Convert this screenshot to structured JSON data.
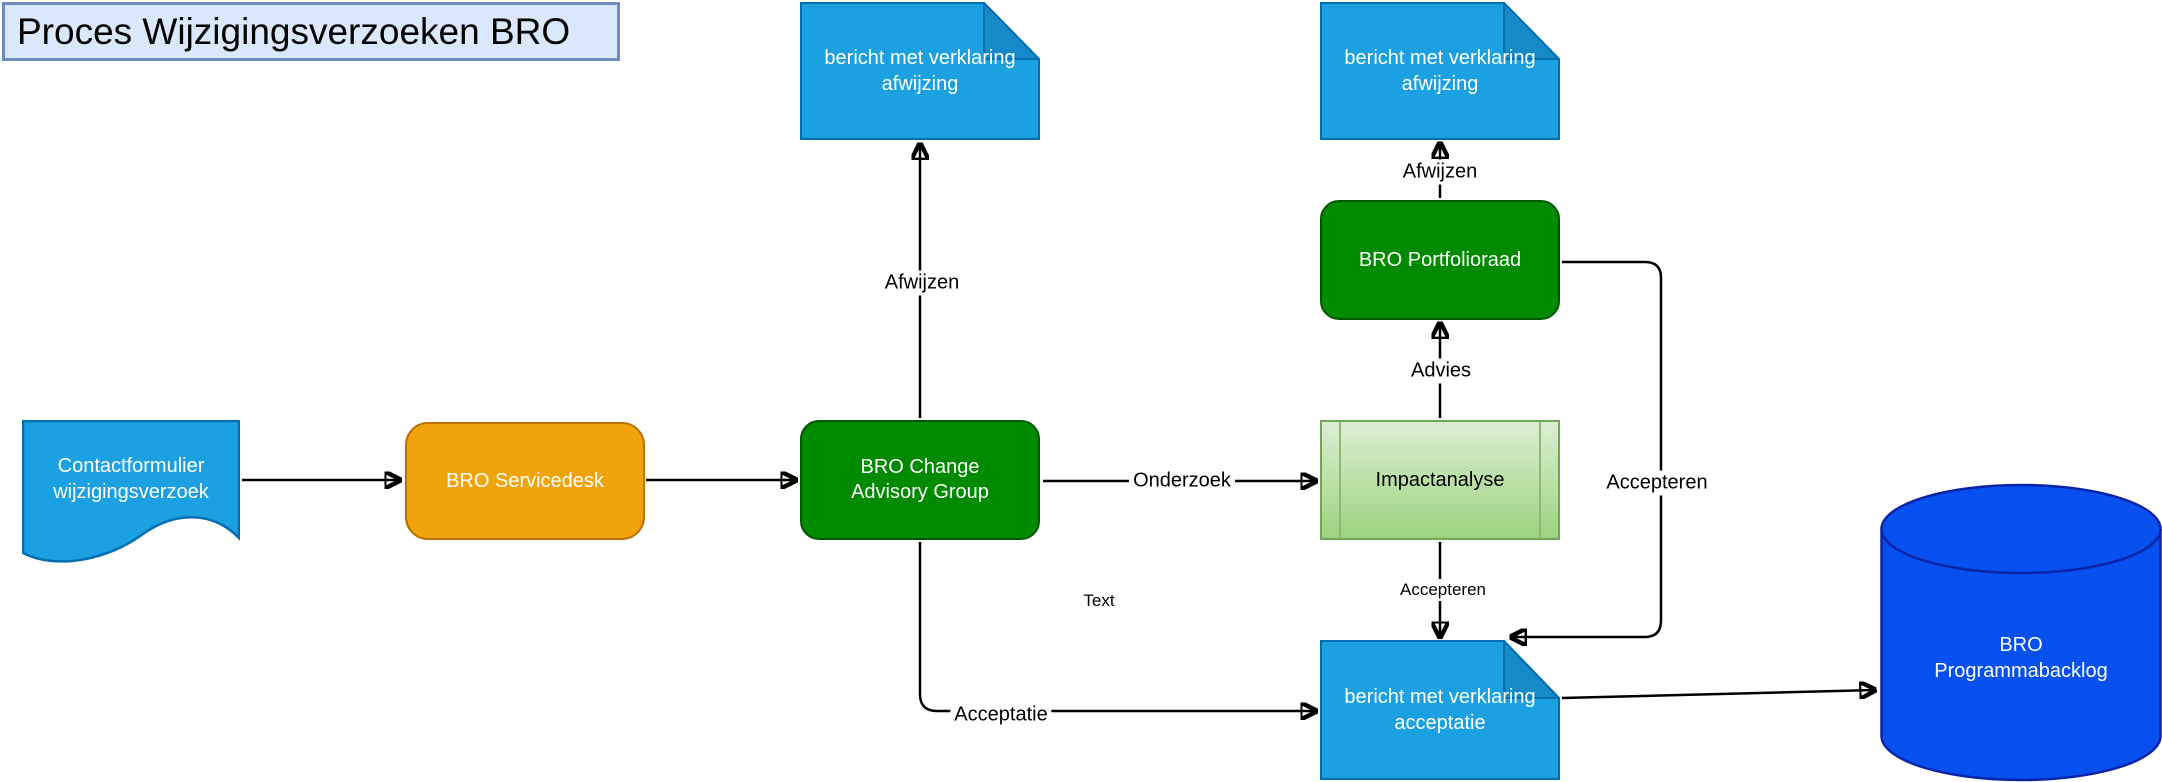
{
  "title": "Proces Wijzigingsverzoeken BRO",
  "nodes": {
    "doc_afwijzing_1": {
      "label": "bericht met verklaring afwijzing",
      "shape": "note",
      "fill": "#1ba1e2"
    },
    "doc_afwijzing_2": {
      "label": "bericht met verklaring afwijzing",
      "shape": "note",
      "fill": "#1ba1e2"
    },
    "portfolioraad": {
      "label": "BRO Portfolioraad",
      "shape": "rounded-rect",
      "fill": "#008a00"
    },
    "contactformulier": {
      "label": "Contactformulier wijzigingsverzoek",
      "shape": "document",
      "fill": "#1ba1e2"
    },
    "servicedesk": {
      "label": "BRO Servicedesk",
      "shape": "rounded-rect",
      "fill": "#f0a30a"
    },
    "change_advisory": {
      "label": "BRO Change Advisory Group",
      "shape": "rounded-rect",
      "fill": "#008a00"
    },
    "impactanalyse": {
      "label": "Impactanalyse",
      "shape": "predefined-process",
      "fill": "#b9e185"
    },
    "doc_acceptatie": {
      "label": "bericht met verklaring acceptatie",
      "shape": "note",
      "fill": "#1ba1e2"
    },
    "programmabacklog": {
      "label": "BRO Programmabacklog",
      "shape": "cylinder",
      "fill": "#0550ee"
    }
  },
  "edge_labels": {
    "afwijzen_left": "Afwijzen",
    "afwijzen_right": "Afwijzen",
    "advies": "Advies",
    "onderzoek": "Onderzoek",
    "accepteren_down": "Accepteren",
    "accepteren_right": "Accepteren",
    "acceptatie": "Acceptatie",
    "text_note": "Text"
  },
  "colors": {
    "title_fill": "#dae8fc",
    "title_stroke": "#6c8ebf",
    "doc_fill": "#1ba1e2",
    "doc_fold": "#1689c9",
    "doc_stroke": "#006eaf",
    "green_fill": "#008a00",
    "green_stroke": "#005700",
    "orange_fill": "#f0a30a",
    "orange_stroke": "#bd7000",
    "impact_gradient_top": "#dceed3",
    "impact_gradient_bottom": "#9cd37e",
    "impact_stroke": "#71a65a",
    "cylinder_fill": "#0550ee",
    "cylinder_stroke": "#0a23a8",
    "edge_color": "#000000"
  }
}
